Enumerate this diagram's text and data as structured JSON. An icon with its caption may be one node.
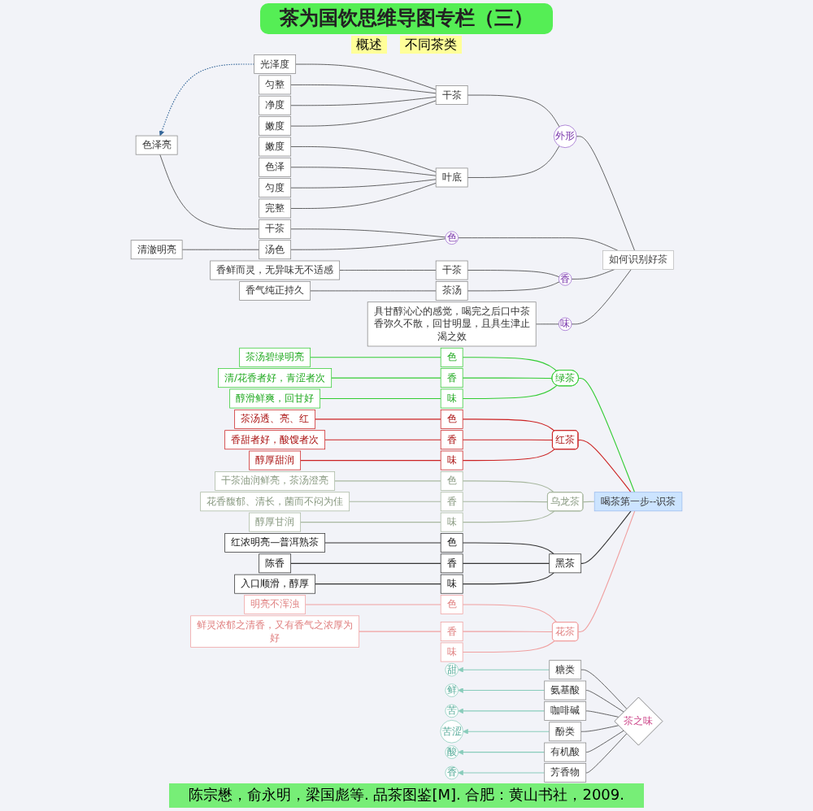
{
  "diagram": {
    "title": "茶为国饮思维导图专栏（三）",
    "caption": "陈宗懋，俞永明，梁国彪等. 品茶图鉴[M]. 合肥：黄山书社，2009.",
    "nodes": [
      {
        "text": [
          "如何识别好茶"
        ]
      },
      {
        "text": [
          "外形"
        ]
      },
      {
        "text": [
          "干茶"
        ]
      },
      {
        "text": [
          "光泽度"
        ]
      },
      {
        "text": [
          "匀整"
        ]
      },
      {
        "text": [
          "净度"
        ]
      },
      {
        "text": [
          "嫩度"
        ]
      },
      {
        "text": [
          "叶底"
        ]
      },
      {
        "text": [
          "嫩度"
        ]
      },
      {
        "text": [
          "色泽"
        ]
      },
      {
        "text": [
          "匀度"
        ]
      },
      {
        "text": [
          "完整"
        ]
      },
      {
        "text": [
          "色"
        ]
      },
      {
        "text": [
          "干茶"
        ]
      },
      {
        "text": [
          "色泽亮"
        ]
      },
      {
        "text": [
          "汤色"
        ]
      },
      {
        "text": [
          "清澈明亮"
        ]
      },
      {
        "text": [
          "香"
        ]
      },
      {
        "text": [
          "干茶"
        ]
      },
      {
        "text": [
          "香鲜而灵，无异味无不适感"
        ]
      },
      {
        "text": [
          "茶汤"
        ]
      },
      {
        "text": [
          "香气纯正持久"
        ]
      },
      {
        "text": [
          "味"
        ]
      },
      {
        "text": [
          "具甘醇沁心的感觉，喝完之后口中茶香弥久不散，回甘明显，且具生津止渴之效"
        ]
      },
      {
        "text": [
          "喝茶第一步--识茶"
        ]
      },
      {
        "text": [
          "绿茶"
        ]
      },
      {
        "text": [
          "色"
        ]
      },
      {
        "text": [
          "茶汤碧绿明亮"
        ]
      },
      {
        "text": [
          "香"
        ]
      },
      {
        "text": [
          "清/花香者好，青涩者次"
        ]
      },
      {
        "text": [
          "味"
        ]
      },
      {
        "text": [
          "醇滑鲜爽，回甘好"
        ]
      },
      {
        "text": [
          "红茶"
        ]
      },
      {
        "text": [
          "色"
        ]
      },
      {
        "text": [
          "茶汤透、亮、红"
        ]
      },
      {
        "text": [
          "香"
        ]
      },
      {
        "text": [
          "香甜者好，酸馊者次"
        ]
      },
      {
        "text": [
          "味"
        ]
      },
      {
        "text": [
          "醇厚甜润"
        ]
      },
      {
        "text": [
          "乌龙茶"
        ]
      },
      {
        "text": [
          "色"
        ]
      },
      {
        "text": [
          "干茶油润鲜亮，茶汤澄亮"
        ]
      },
      {
        "text": [
          "香"
        ]
      },
      {
        "text": [
          "花香馥郁、清长，菌而不闷为佳"
        ]
      },
      {
        "text": [
          "味"
        ]
      },
      {
        "text": [
          "醇厚甘润"
        ]
      },
      {
        "text": [
          "黑茶"
        ]
      },
      {
        "text": [
          "色"
        ]
      },
      {
        "text": [
          "红浓明亮—普洱熟茶"
        ]
      },
      {
        "text": [
          "香"
        ]
      },
      {
        "text": [
          "陈香"
        ]
      },
      {
        "text": [
          "味"
        ]
      },
      {
        "text": [
          "入口顺滑，醇厚"
        ]
      },
      {
        "text": [
          "花茶"
        ]
      },
      {
        "text": [
          "色"
        ]
      },
      {
        "text": [
          "明亮不浑浊"
        ]
      },
      {
        "text": [
          "香"
        ]
      },
      {
        "text": [
          "鲜灵浓郁之清香，又有香气之浓厚为好"
        ]
      },
      {
        "text": [
          "味"
        ]
      },
      {
        "text": [
          "甜"
        ]
      },
      {
        "text": [
          "鲜"
        ]
      },
      {
        "text": [
          "苦"
        ]
      },
      {
        "text": [
          "苦涩"
        ]
      },
      {
        "text": [
          "酸"
        ]
      },
      {
        "text": [
          "香"
        ]
      },
      {
        "text": [
          "糖类"
        ]
      },
      {
        "text": [
          "氨基酸"
        ]
      },
      {
        "text": [
          "咖啡碱"
        ]
      },
      {
        "text": [
          "酚类"
        ]
      },
      {
        "text": [
          "有机酸"
        ]
      },
      {
        "text": [
          "芳香物"
        ]
      },
      {
        "text": [
          "茶之味"
        ]
      }
    ],
    "edges": [
      {
        "from": 0,
        "to": 1,
        "arrow": "none"
      },
      {
        "from": 1,
        "to": 2,
        "arrow": "none"
      },
      {
        "from": 2,
        "to": 3,
        "arrow": "none"
      },
      {
        "from": 2,
        "to": 4,
        "arrow": "none"
      },
      {
        "from": 2,
        "to": 5,
        "arrow": "none"
      },
      {
        "from": 2,
        "to": 6,
        "arrow": "none"
      },
      {
        "from": 1,
        "to": 7,
        "arrow": "none"
      },
      {
        "from": 7,
        "to": 8,
        "arrow": "none"
      },
      {
        "from": 7,
        "to": 9,
        "arrow": "none"
      },
      {
        "from": 7,
        "to": 10,
        "arrow": "none"
      },
      {
        "from": 7,
        "to": 11,
        "arrow": "none"
      },
      {
        "from": 0,
        "to": 12,
        "arrow": "none"
      },
      {
        "from": 12,
        "to": 13,
        "arrow": "none"
      },
      {
        "from": 13,
        "to": 14,
        "arrow": "none"
      },
      {
        "from": 12,
        "to": 15,
        "arrow": "none"
      },
      {
        "from": 15,
        "to": 16,
        "arrow": "none"
      },
      {
        "from": 0,
        "to": 17,
        "arrow": "none"
      },
      {
        "from": 17,
        "to": 18,
        "arrow": "none"
      },
      {
        "from": 18,
        "to": 19,
        "arrow": "none"
      },
      {
        "from": 17,
        "to": 20,
        "arrow": "none"
      },
      {
        "from": 20,
        "to": 21,
        "arrow": "none"
      },
      {
        "from": 0,
        "to": 22,
        "arrow": "none"
      },
      {
        "from": 22,
        "to": 23,
        "arrow": "none"
      },
      {
        "from": 3,
        "to": 14,
        "arrow": "to",
        "style": "dashed",
        "color": "#336699"
      },
      {
        "from": 24,
        "to": 25,
        "arrow": "none",
        "color": "#33cc33"
      },
      {
        "from": 25,
        "to": 26,
        "arrow": "none",
        "color": "#33cc33"
      },
      {
        "from": 26,
        "to": 27,
        "arrow": "none",
        "color": "#33cc33"
      },
      {
        "from": 25,
        "to": 28,
        "arrow": "none",
        "color": "#33cc33"
      },
      {
        "from": 28,
        "to": 29,
        "arrow": "none",
        "color": "#33cc33"
      },
      {
        "from": 25,
        "to": 30,
        "arrow": "none",
        "color": "#33cc33"
      },
      {
        "from": 30,
        "to": 31,
        "arrow": "none",
        "color": "#33cc33"
      },
      {
        "from": 24,
        "to": 32,
        "arrow": "none",
        "color": "#cc2222"
      },
      {
        "from": 32,
        "to": 33,
        "arrow": "none",
        "color": "#cc2222"
      },
      {
        "from": 33,
        "to": 34,
        "arrow": "none",
        "color": "#cc2222"
      },
      {
        "from": 32,
        "to": 35,
        "arrow": "none",
        "color": "#cc2222"
      },
      {
        "from": 35,
        "to": 36,
        "arrow": "none",
        "color": "#cc2222"
      },
      {
        "from": 32,
        "to": 37,
        "arrow": "none",
        "color": "#cc2222"
      },
      {
        "from": 37,
        "to": 38,
        "arrow": "none",
        "color": "#cc2222"
      },
      {
        "from": 24,
        "to": 39,
        "arrow": "none",
        "color": "#a8b8a0"
      },
      {
        "from": 39,
        "to": 40,
        "arrow": "none",
        "color": "#a8b8a0"
      },
      {
        "from": 40,
        "to": 41,
        "arrow": "none",
        "color": "#a8b8a0"
      },
      {
        "from": 39,
        "to": 42,
        "arrow": "none",
        "color": "#a8b8a0"
      },
      {
        "from": 42,
        "to": 43,
        "arrow": "none",
        "color": "#a8b8a0"
      },
      {
        "from": 39,
        "to": 44,
        "arrow": "none",
        "color": "#a8b8a0"
      },
      {
        "from": 44,
        "to": 45,
        "arrow": "none",
        "color": "#a8b8a0"
      },
      {
        "from": 24,
        "to": 46,
        "arrow": "none",
        "color": "#333333"
      },
      {
        "from": 46,
        "to": 47,
        "arrow": "none",
        "color": "#333333"
      },
      {
        "from": 47,
        "to": 48,
        "arrow": "none",
        "color": "#333333"
      },
      {
        "from": 46,
        "to": 49,
        "arrow": "none",
        "color": "#333333"
      },
      {
        "from": 49,
        "to": 50,
        "arrow": "none",
        "color": "#333333"
      },
      {
        "from": 46,
        "to": 51,
        "arrow": "none",
        "color": "#333333"
      },
      {
        "from": 51,
        "to": 52,
        "arrow": "none",
        "color": "#333333"
      },
      {
        "from": 24,
        "to": 53,
        "arrow": "none",
        "color": "#f0a0a0"
      },
      {
        "from": 53,
        "to": 54,
        "arrow": "none",
        "color": "#f0a0a0"
      },
      {
        "from": 54,
        "to": 55,
        "arrow": "none",
        "color": "#f0a0a0"
      },
      {
        "from": 53,
        "to": 56,
        "arrow": "none",
        "color": "#f0a0a0"
      },
      {
        "from": 56,
        "to": 57,
        "arrow": "none",
        "color": "#f0a0a0"
      },
      {
        "from": 53,
        "to": 58,
        "arrow": "none",
        "color": "#f0a0a0"
      },
      {
        "from": 65,
        "to": 59,
        "arrow": "to",
        "color": "#88ccbb"
      },
      {
        "from": 66,
        "to": 60,
        "arrow": "to",
        "color": "#88ccbb"
      },
      {
        "from": 67,
        "to": 61,
        "arrow": "to",
        "color": "#88ccbb"
      },
      {
        "from": 68,
        "to": 62,
        "arrow": "to",
        "color": "#88ccbb"
      },
      {
        "from": 69,
        "to": 63,
        "arrow": "to",
        "color": "#88ccbb"
      },
      {
        "from": 70,
        "to": 64,
        "arrow": "to",
        "color": "#88ccbb"
      },
      {
        "from": 71,
        "to": 65,
        "arrow": "none"
      },
      {
        "from": 71,
        "to": 66,
        "arrow": "none"
      },
      {
        "from": 71,
        "to": 67,
        "arrow": "none"
      },
      {
        "from": 71,
        "to": 68,
        "arrow": "none"
      },
      {
        "from": 71,
        "to": 69,
        "arrow": "none"
      },
      {
        "from": 71,
        "to": 70,
        "arrow": "none"
      }
    ],
    "labels": [
      "概述",
      "不同茶类"
    ]
  }
}
